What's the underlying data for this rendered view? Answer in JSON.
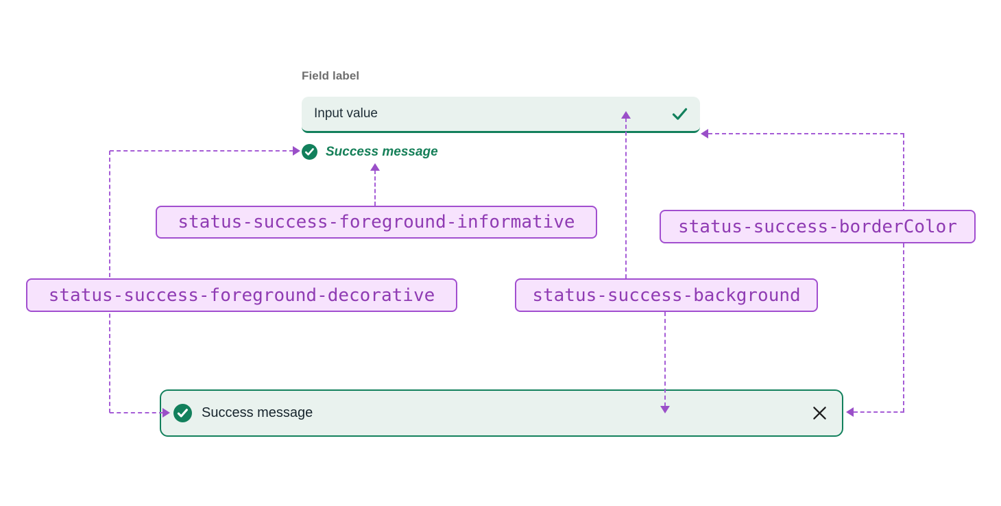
{
  "field": {
    "label": "Field label",
    "value": "Input value",
    "help_text": "Success message"
  },
  "toast": {
    "message": "Success message"
  },
  "tokens": {
    "foreground_informative": "status-success-foreground-informative",
    "border_color": "status-success-borderColor",
    "foreground_decorative": "status-success-foreground-decorative",
    "background": "status-success-background"
  },
  "icons": {
    "checkmark_circle": "checkmark-circle-icon",
    "checkmark": "checkmark-icon",
    "close": "close-icon"
  },
  "colors": {
    "success_border": "#12805c",
    "success_background": "#e9f2ee",
    "success_foreground_informative": "#157f58",
    "success_foreground_decorative": "#12805c",
    "token_background": "#f7e3fd",
    "token_border": "#a14ecf",
    "token_text": "#8f3bb3",
    "connector": "#a55cd6",
    "input_text": "#1e2d36",
    "label_text": "#6e6e6e"
  }
}
